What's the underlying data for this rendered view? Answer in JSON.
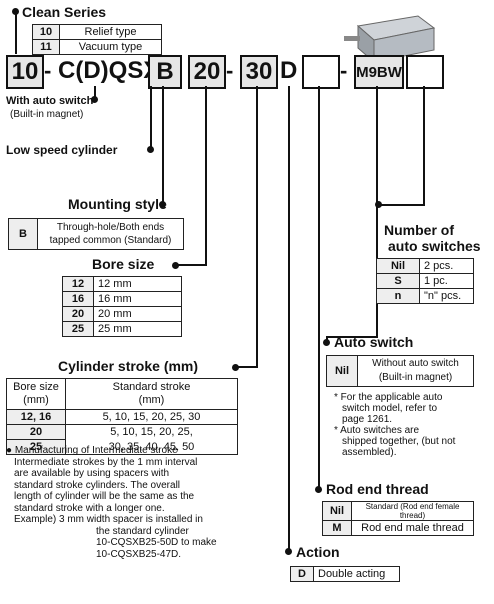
{
  "clean_series": {
    "title": "Clean Series",
    "rows": [
      {
        "code": "10",
        "label": "Relief type"
      },
      {
        "code": "11",
        "label": "Vacuum type"
      }
    ]
  },
  "code": {
    "prefix": "10",
    "dash1": "-",
    "model": "C(D)QSX",
    "mount": "B",
    "bore": "20",
    "dash2": "-",
    "stroke": "30",
    "action": "D",
    "dash3": "-",
    "switch": "M9BW"
  },
  "labels": {
    "auto_switch": "With auto switch",
    "auto_switch_sub": "(Built-in magnet)",
    "low_speed": "Low speed cylinder",
    "mounting": "Mounting style",
    "bore": "Bore size",
    "stroke": "Cylinder stroke (mm)",
    "num_switches_1": "Number of",
    "num_switches_2": "auto switches",
    "auto_switch_title": "Auto switch",
    "rod_end": "Rod end thread",
    "action": "Action"
  },
  "mounting": {
    "code": "B",
    "desc1": "Through-hole/Both ends",
    "desc2": "tapped common (Standard)"
  },
  "bore_rows": [
    {
      "code": "12",
      "size": "12 mm"
    },
    {
      "code": "16",
      "size": "16 mm"
    },
    {
      "code": "20",
      "size": "20 mm"
    },
    {
      "code": "25",
      "size": "25 mm"
    }
  ],
  "stroke_table": {
    "h1a": "Bore size",
    "h1b": "(mm)",
    "h2a": "Standard stroke",
    "h2b": "(mm)",
    "r1k": "12, 16",
    "r1v": "5, 10, 15, 20, 25, 30",
    "r2k": "20",
    "r2v": "5, 10, 15, 20, 25,",
    "r3k": "25",
    "r3v": "30, 35, 40, 45, 50"
  },
  "notes": {
    "n1": "● Manufacturing of Intermediate stroke",
    "n2": "Intermediate strokes by the 1 mm interval",
    "n3": "are available by using spacers with",
    "n4": "standard stroke cylinders. The overall",
    "n5": "length of cylinder will be the same as the",
    "n6": "standard stroke with a longer one.",
    "n7": "Example) 3 mm width spacer is installed in",
    "n8": "the standard cylinder",
    "n9": "10-CQSXB25-50D to make",
    "n10": "10-CQSXB25-47D."
  },
  "num_rows": [
    {
      "code": "Nil",
      "val": "2 pcs."
    },
    {
      "code": "S",
      "val": "1 pc."
    },
    {
      "code": "n",
      "val": "\"n\" pcs."
    }
  ],
  "auto_switch_box": {
    "code": "Nil",
    "l1": "Without auto switch",
    "l2": "(Built-in magnet)"
  },
  "switch_notes": {
    "a1": "* For the applicable auto",
    "a2": "switch model, refer to",
    "a3": "page 1261.",
    "a4": "* Auto switches are",
    "a5": "shipped together, (but not",
    "a6": "assembled)."
  },
  "rod_rows": [
    {
      "code": "Nil",
      "val": "Standard (Rod end female thread)"
    },
    {
      "code": "M",
      "val": "Rod end male thread"
    }
  ],
  "action_row": {
    "code": "D",
    "val": "Double acting"
  }
}
